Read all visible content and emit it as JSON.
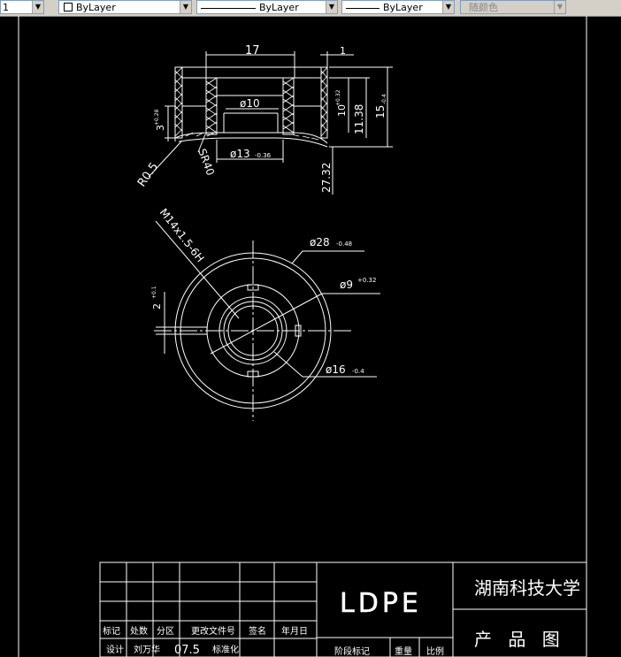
{
  "toolbar": {
    "layer_partial": "1",
    "color_value": "ByLayer",
    "linetype_value": "ByLayer",
    "lineweight_value": "ByLayer",
    "plotstyle_value": "随颜色"
  },
  "section_view_dims": {
    "width_17": "17",
    "gap_1": "1",
    "bore_d10": "ø10",
    "bore_d13": "ø13",
    "bore_d13_tol": "-0.36",
    "radius": "R0.5",
    "sphere": "SR40",
    "height_3": "3",
    "height_3_tol": "+0.28",
    "height_10": "10",
    "height_10_tol": "+0.32",
    "height_11_38": "11.38",
    "height_15": "15",
    "height_15_tol": "-0.4",
    "height_27_32": "27.32"
  },
  "plan_view_dims": {
    "thread": "M14x1.5-6H",
    "outer_d28": "ø28",
    "outer_d28_tol": "-0.48",
    "bore_d9": "ø9",
    "bore_d9_tol": "+0.32",
    "boss_d16": "ø16",
    "boss_d16_tol": "-0.4",
    "slot_2": "2",
    "slot_2_tol": "+0.1"
  },
  "title_block": {
    "header_mark": "标记",
    "header_count": "处数",
    "header_zone": "分区",
    "header_doc": "更改文件号",
    "header_sign": "签名",
    "header_date": "年月日",
    "designer_label": "设计",
    "designer_name": "刘万华",
    "design_date": "07.5",
    "standardize_label": "标准化",
    "material": "LDPE",
    "stage_label": "阶段标记",
    "weight_label": "重量",
    "scale_label": "比例",
    "school": "湖南科技大学",
    "drawing_title": "产 品 图"
  }
}
